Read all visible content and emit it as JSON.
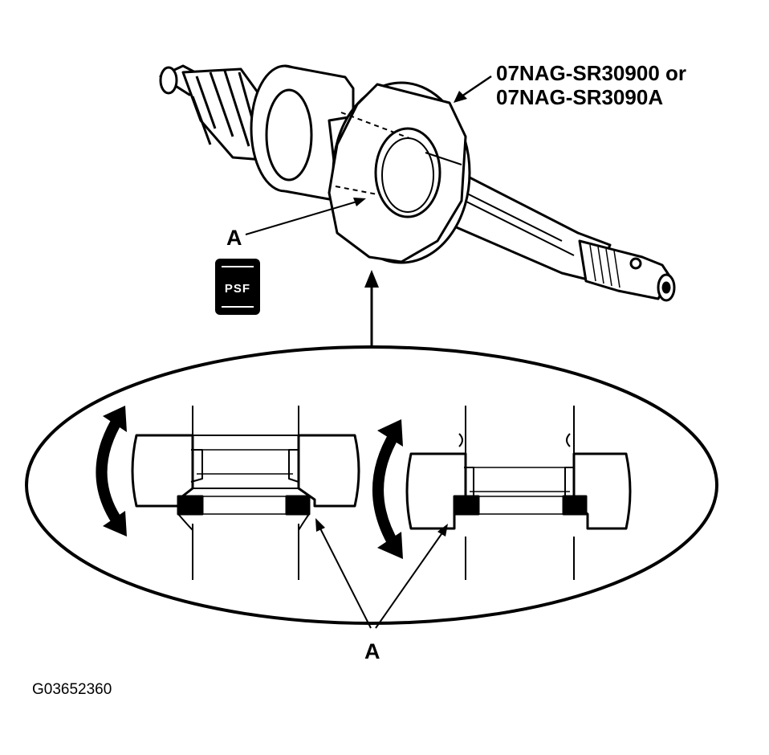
{
  "tool": {
    "line1": "07NAG-SR30900 or",
    "line2": "07NAG-SR3090A"
  },
  "callouts": {
    "top": "A",
    "bottom": "A"
  },
  "psf_badge": "PSF",
  "figure_id": "G03652360"
}
